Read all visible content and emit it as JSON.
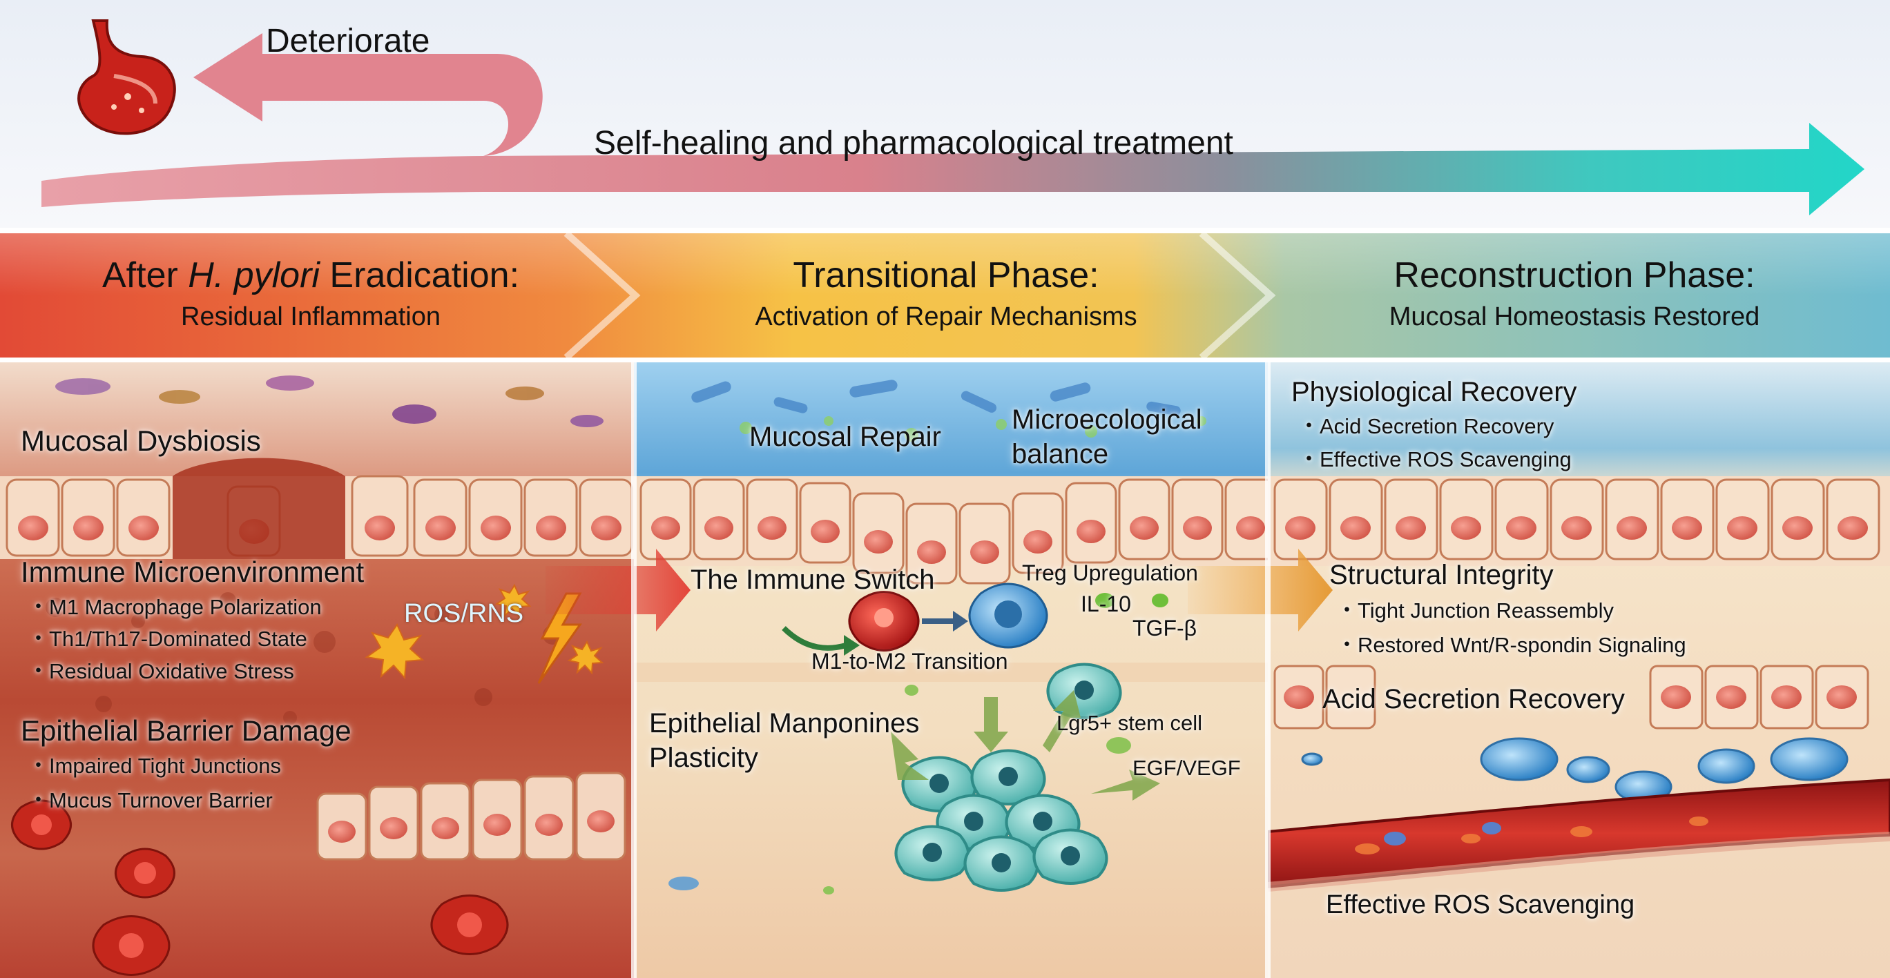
{
  "timeline": {
    "deteriorate_label": "Deteriorate",
    "treatment_label": "Self-healing and pharmacological treatment"
  },
  "phases": [
    {
      "title_pre": "After ",
      "title_italic": "H. pylori",
      "title_post": " Eradication:",
      "subtitle": "Residual Inflammation",
      "color": "#e0533a"
    },
    {
      "title": "Transitional Phase:",
      "subtitle": "Activation of Repair Mechanisms",
      "color": "#f2b63c"
    },
    {
      "title": "Reconstruction Phase:",
      "subtitle": "Mucosal Homeostasis Restored",
      "color": "#5fb9c9"
    }
  ],
  "panel1": {
    "dysbiosis": "Mucosal Dysbiosis",
    "immune_title": "Immune Microenvironment",
    "immune_items": [
      "・M1 Macrophage Polarization",
      "・Th1/Th17-Dominated State",
      "・Residual Oxidative Stress"
    ],
    "ros_label": "ROS/RNS",
    "barrier_title": "Epithelial Barrier Damage",
    "barrier_items": [
      "・Impaired Tight Junctions",
      "・Mucus Turnover Barrier"
    ]
  },
  "panel2": {
    "mucosal_repair": "Mucosal Repair",
    "micro_line1": "Microecological",
    "micro_line2": "balance",
    "immune_switch": "The Immune Switch",
    "treg": "Treg Upregulation",
    "il10": "IL-10",
    "tgfb": "TGF-β",
    "transition": "M1-to-M2 Transition",
    "plasticity_line1": "Epithelial Manponines",
    "plasticity_line2": "Plasticity",
    "lgr5": "Lgr5+ stem cell",
    "egf": "EGF/VEGF"
  },
  "panel3": {
    "phys_title": "Physiological Recovery",
    "phys_items": [
      "・Acid Secretion Recovery",
      "・Effective ROS Scavenging"
    ],
    "struct_title": "Structural Integrity",
    "struct_items": [
      "・Tight Junction Reassembly",
      "・Restored Wnt/R-spondin Signaling"
    ],
    "acid": "Acid Secretion Recovery",
    "ros_scavenging": "Effective ROS Scavenging"
  },
  "icons": [
    "stomach-icon",
    "lightning-icon",
    "starburst-icon"
  ],
  "colors": {
    "arrow_red": "#e07b86",
    "arrow_teal": "#2fd1c4",
    "inflamed": "#b8402a",
    "repair_green": "#8fc45a",
    "healthy_blue": "#5a9ed8"
  }
}
